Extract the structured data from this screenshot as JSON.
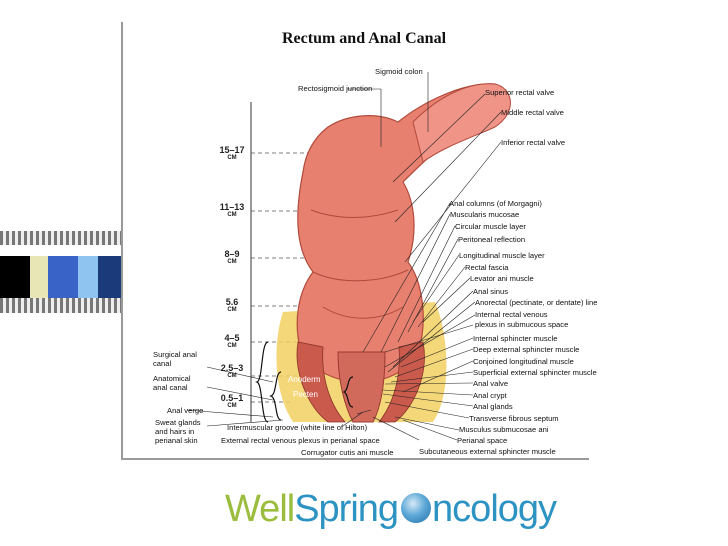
{
  "title": "Rectum and Anal Canal",
  "scale": [
    {
      "value": "15–17",
      "unit": "CM"
    },
    {
      "value": "11–13",
      "unit": "CM"
    },
    {
      "value": "8–9",
      "unit": "CM"
    },
    {
      "value": "5.6",
      "unit": "CM"
    },
    {
      "value": "4–5",
      "unit": "CM"
    },
    {
      "value": "2.5–3",
      "unit": "CM"
    },
    {
      "value": "0.5–1",
      "unit": "CM"
    }
  ],
  "labels": {
    "sigmoid_colon": "Sigmoid colon",
    "rectosigmoid_junction": "Rectosigmoid junction",
    "superior_rectal_valve": "Superior rectal valve",
    "middle_rectal_valve": "Middle rectal valve",
    "inferior_rectal_valve": "Inferior rectal valve",
    "anal_columns": "Anal columns (of Morgagni)",
    "muscularis_mucosae": "Muscularis mucosae",
    "circular_muscle_layer": "Circular muscle layer",
    "peritoneal_reflection": "Peritoneal reflection",
    "longitudinal_muscle_layer": "Longitudinal muscle layer",
    "rectal_fascia": "Rectal fascia",
    "levator_ani": "Levator ani muscle",
    "anal_sinus": "Anal sinus",
    "anorectal_line": "Anorectal (pectinate, or dentate) line",
    "internal_rectal_venous_1": "Internal rectal venous",
    "internal_rectal_venous_2": "plexus in submucous space",
    "internal_sphincter": "Internal sphincter muscle",
    "deep_external_sphincter": "Deep external sphincter muscle",
    "conjoined_longitudinal": "Conjoined longitudinal muscle",
    "superficial_external_sphincter": "Superficial external sphincter muscle",
    "anal_valve": "Anal valve",
    "anal_crypt": "Anal crypt",
    "anal_glands": "Anal glands",
    "transverse_fibrous_septum": "Transverse fibrous septum",
    "musculus_submucosae_ani": "Musculus submucosae ani",
    "perianal_space": "Perianal space",
    "subcutaneous_external_sphincter": "Subcutaneous external sphincter muscle",
    "corrugator_cutis_ani": "Corrugator cutis ani muscle",
    "external_rectal_venous": "External rectal venous plexus in perianal space",
    "intermuscular_groove": "Intermuscular groove (white line of Hilton)",
    "sweat_glands": "Sweat glands and hairs in perianal skin",
    "anal_verge": "Anal verge",
    "anatomical_anal_canal": "Anatomical anal canal",
    "surgical_anal_canal": "Surgical anal canal",
    "anoderm": "Anoderm",
    "pecten": "Pecten"
  },
  "logo": {
    "part1": "Well",
    "part2": "Spring",
    "part3": "ncology"
  },
  "colors": {
    "stripe_black": "#000000",
    "stripe_cream": "#e7e6b4",
    "stripe_blue": "#3a63c8",
    "stripe_light_blue": "#8fc3f0",
    "stripe_navy": "#1a3a7a",
    "tissue": "#e88070",
    "fat": "#f2d060"
  }
}
